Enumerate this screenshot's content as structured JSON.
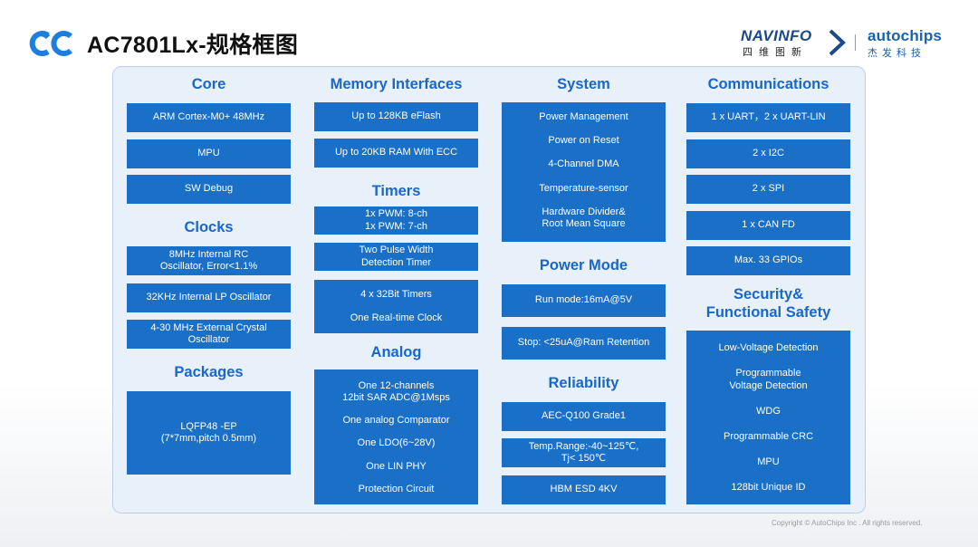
{
  "header": {
    "title": "AC7801Lx-规格框图",
    "navinfo_text": "NAVINFO",
    "navinfo_cn": "四维图新",
    "autochips_text": "autochips",
    "autochips_cn": "杰发科技"
  },
  "core": {
    "heading": "Core",
    "items": [
      "ARM Cortex-M0+ 48MHz",
      "MPU",
      "SW Debug"
    ]
  },
  "clocks": {
    "heading": "Clocks",
    "items": [
      [
        "8MHz Internal RC",
        "Oscillator, Error<1.1%"
      ],
      [
        "32KHz Internal LP Oscillator"
      ],
      [
        "4-30 MHz External Crystal",
        "Oscillator"
      ]
    ]
  },
  "packages": {
    "heading": "Packages",
    "lines": [
      "LQFP48 -EP",
      "(7*7mm,pitch 0.5mm)"
    ]
  },
  "memory": {
    "heading": "Memory Interfaces",
    "items": [
      "Up to 128KB eFlash",
      "Up to 20KB RAM With ECC"
    ]
  },
  "timers": {
    "heading": "Timers",
    "pwm": [
      "1x PWM: 8-ch",
      "1x PWM: 7-ch"
    ],
    "pulse": [
      "Two Pulse Width",
      "Detection Timer"
    ],
    "timers32": [
      "4 x 32Bit Timers",
      "One Real-time Clock"
    ]
  },
  "analog": {
    "heading": "Analog",
    "items": [
      [
        "One 12-channels",
        "12bit SAR ADC@1Msps"
      ],
      [
        "One analog Comparator"
      ],
      [
        "One LDO(6~28V)"
      ],
      [
        "One LIN PHY"
      ],
      [
        "Protection Circuit"
      ]
    ]
  },
  "system": {
    "heading": "System",
    "items": [
      [
        "Power Management"
      ],
      [
        "Power on Reset"
      ],
      [
        "4-Channel DMA"
      ],
      [
        "Temperature-sensor"
      ],
      [
        "Hardware Divider&",
        "Root Mean Square"
      ]
    ]
  },
  "power_mode": {
    "heading": "Power Mode",
    "items": [
      "Run mode:16mA@5V",
      "Stop: <25uA@Ram Retention"
    ]
  },
  "reliability": {
    "heading": "Reliability",
    "items": [
      [
        "AEC-Q100 Grade1"
      ],
      [
        "Temp.Range:-40~125℃,",
        "Tj< 150℃"
      ],
      [
        "HBM ESD  4KV"
      ]
    ]
  },
  "communications": {
    "heading": "Communications",
    "items": [
      "1 x UART，2 x UART-LIN",
      "2 x I2C",
      "2 x SPI",
      "1 x CAN FD",
      "Max. 33 GPIOs"
    ]
  },
  "security": {
    "heading": [
      "Security&",
      "Functional Safety"
    ],
    "items": [
      [
        "Low-Voltage Detection"
      ],
      [
        "Programmable",
        "Voltage Detection"
      ],
      [
        "WDG"
      ],
      [
        "Programmable CRC"
      ],
      [
        "MPU"
      ],
      [
        "128bit Unique ID"
      ]
    ]
  },
  "footer": {
    "copyright": "Copyright © AutoChips Inc . All rights reserved."
  },
  "colors": {
    "accent": "#1a6fc7",
    "heading": "#1a67c8",
    "panel_bg": "#e8f0f9"
  }
}
